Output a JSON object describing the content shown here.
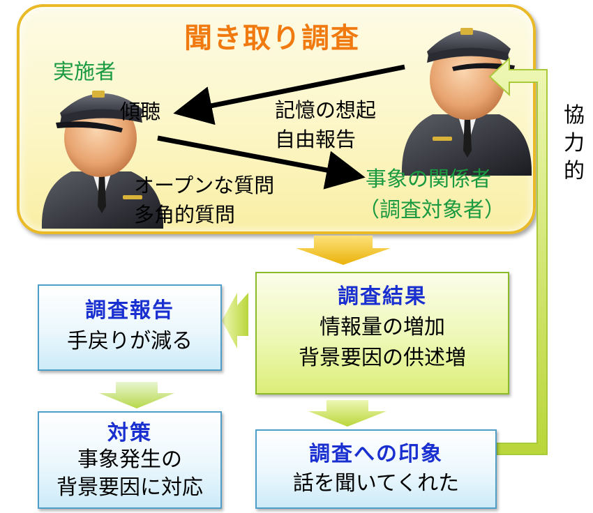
{
  "interview": {
    "title": "聞き取り調査",
    "interviewer_label": "実施者",
    "listening": "傾聴",
    "recall": "記憶の想起",
    "free_report": "自由報告",
    "open_question": "オープンな質問",
    "multi_question": "多角的質問",
    "party_label": "事象の関係者",
    "party_sub": "（調査対象者）"
  },
  "cooperative": [
    "協",
    "力",
    "的"
  ],
  "results": {
    "title": "調査結果",
    "line1": "情報量の増加",
    "line2": "背景要因の供述増"
  },
  "report": {
    "title": "調査報告",
    "line1": "手戻りが減る"
  },
  "measures": {
    "title": "対策",
    "line1": "事象発生の",
    "line2": "背景要因に対応"
  },
  "impression": {
    "title": "調査への印象",
    "line1": "話を聞いてくれた"
  },
  "colors": {
    "title_orange": "#f07a10",
    "label_green": "#1a9a40",
    "box_title_blue": "#1a2fd0",
    "panel_border": "#e9b926",
    "arrow_yellow": "#f2c415",
    "arrow_green": "#c8df55"
  }
}
